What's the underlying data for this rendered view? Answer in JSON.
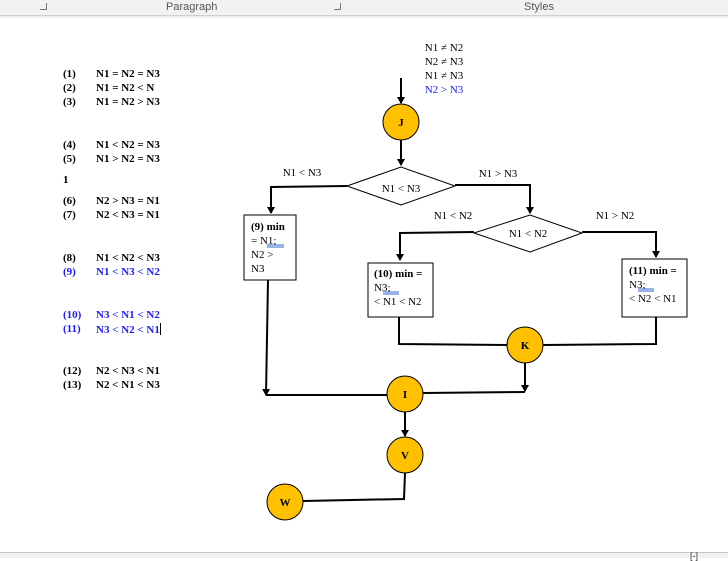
{
  "ribbon": {
    "groups": [
      "Paragraph",
      "Styles"
    ]
  },
  "cases": [
    {
      "num": "(1)",
      "text": "N1 = N2 = N3",
      "blue": false
    },
    {
      "num": "(2)",
      "text": "N1 = N2 < N",
      "blue": false
    },
    {
      "num": "(3)",
      "text": "N1 = N2 > N3",
      "blue": false
    },
    {
      "num": "(4)",
      "text": "N1 < N2 = N3",
      "blue": false
    },
    {
      "num": "(5)",
      "text": "N1 > N2 = N3",
      "blue": false
    },
    {
      "num": "1",
      "text": "",
      "blue": false
    },
    {
      "num": "(6)",
      "text": "N2 > N3 = N1",
      "blue": false
    },
    {
      "num": "(7)",
      "text": "N2 < N3 = N1",
      "blue": false
    },
    {
      "num": "(8)",
      "text": "N1 < N2 < N3",
      "blue": false
    },
    {
      "num": "(9)",
      "text": "N1 < N3 < N2",
      "blue": true
    },
    {
      "num": "(10)",
      "text": "N3 < N1 < N2",
      "blue": true
    },
    {
      "num": "(11)",
      "text": "N3 < N2 < N1",
      "blue": true
    },
    {
      "num": "(12)",
      "text": "N2 < N3 < N1",
      "blue": false
    },
    {
      "num": "(13)",
      "text": "N2 < N1 < N3",
      "blue": false
    }
  ],
  "flowchart": {
    "preconditions": [
      "N1 ≠ N2",
      "N2 ≠ N3",
      "N1 ≠ N3",
      "N2 > N3"
    ],
    "node_fill": "#ffc000",
    "highlight_color": "#1a1aff",
    "nodes": {
      "j": "J",
      "k": "K",
      "i": "I",
      "v": "V",
      "w": "W"
    },
    "decision1": {
      "text": "N1 < N3",
      "yes_label": "N1 < N3",
      "no_label": "N1 > N3"
    },
    "decision2": {
      "text": "N1 < N2",
      "yes_label": "N1 < N2",
      "no_label": "N1 > N2"
    },
    "box9": {
      "title": "(9) min",
      "lines": [
        "= N1;",
        "N2 >",
        "N3"
      ]
    },
    "box10": {
      "title": "(10) min =",
      "lines": [
        "N3;",
        "< N1 < N2"
      ]
    },
    "box11": {
      "title": "(11) min =",
      "lines": [
        "N3;",
        "< N2 < N1"
      ]
    }
  },
  "status": {
    "indicator": "[-]"
  }
}
